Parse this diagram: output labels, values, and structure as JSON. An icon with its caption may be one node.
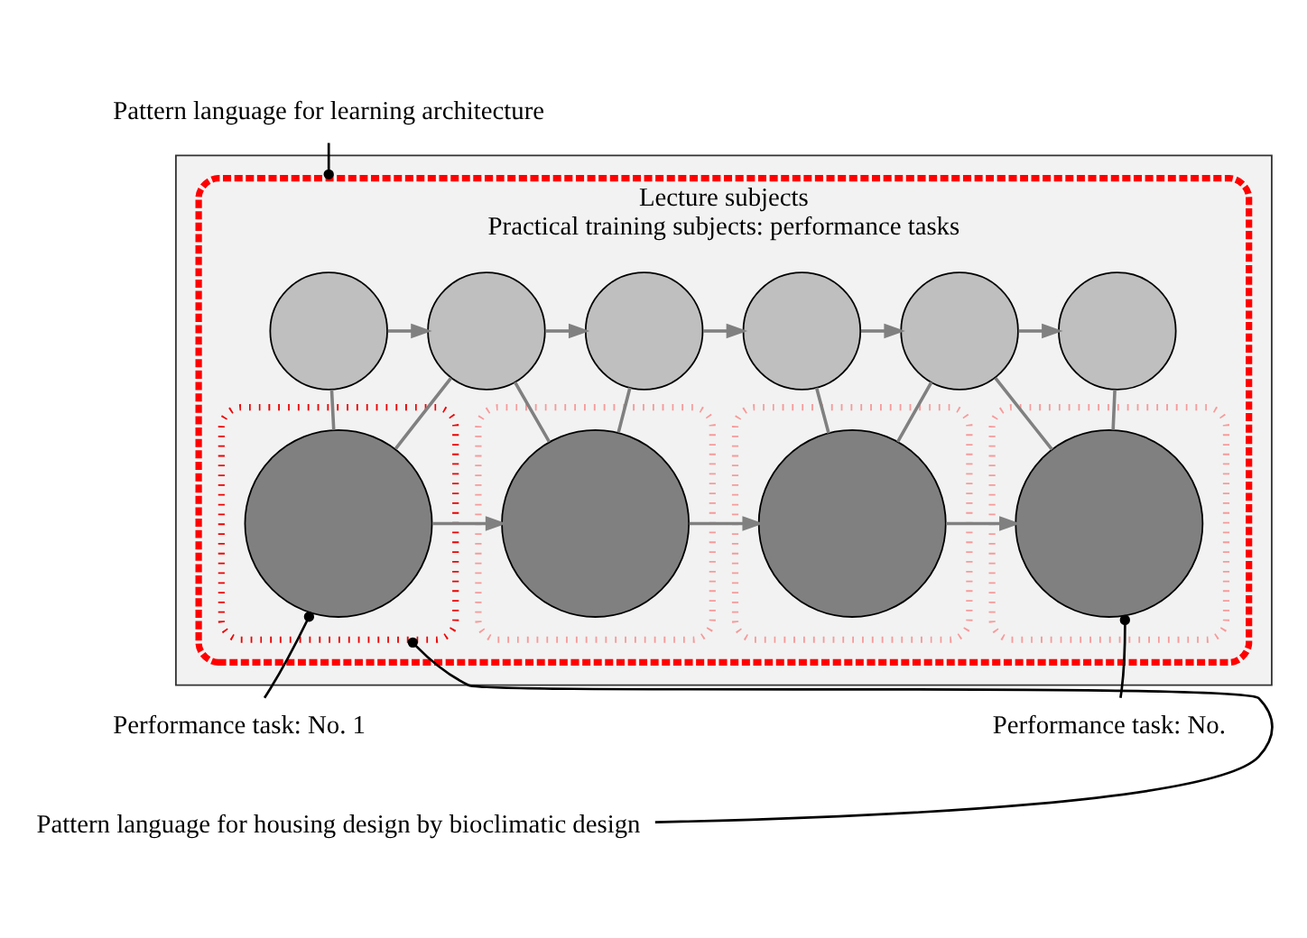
{
  "diagram": {
    "nodes": [
      {
        "text": [],
        "shape": "pentagon"
      },
      {
        "text": [
          "Lecture subjects",
          "Practical training subjects: performance tasks"
        ],
        "in": 0
      },
      {
        "text": [],
        "shape": "circle",
        "in": 1
      },
      {
        "text": [],
        "shape": "circle",
        "in": 1
      },
      {
        "text": [],
        "shape": "circle",
        "in": 1
      },
      {
        "text": [],
        "shape": "circle",
        "in": 1
      },
      {
        "text": [],
        "shape": "circle",
        "in": 1
      },
      {
        "text": [],
        "shape": "circle",
        "in": 1
      },
      {
        "text": [],
        "shape": "box",
        "in": 1
      },
      {
        "text": [],
        "shape": "circle",
        "in": 8
      },
      {
        "text": [],
        "shape": "box",
        "in": 1
      },
      {
        "text": [],
        "shape": "circle",
        "in": 10
      },
      {
        "text": [],
        "shape": "box",
        "in": 1
      },
      {
        "text": [],
        "shape": "circle",
        "in": 12
      },
      {
        "text": [],
        "shape": "box",
        "in": 1
      },
      {
        "text": [],
        "shape": "circle",
        "in": 14
      },
      {
        "text": [
          "Pattern language for learning architecture"
        ]
      },
      {
        "text": [
          "Performance task: No."
        ]
      },
      {
        "text": [
          "Performance task: No. 1"
        ]
      },
      {
        "text": [
          "Pattern language for housing design by bioclimatic design"
        ]
      }
    ],
    "edges": [
      {
        "from": 2,
        "to": 3,
        "arrow": "to"
      },
      {
        "from": 3,
        "to": 4,
        "arrow": "to"
      },
      {
        "from": 4,
        "to": 5,
        "arrow": "to"
      },
      {
        "from": 5,
        "to": 6,
        "arrow": "to"
      },
      {
        "from": 6,
        "to": 7,
        "arrow": "to"
      },
      {
        "from": 2,
        "to": 9,
        "arrow": "none"
      },
      {
        "from": 3,
        "to": 9,
        "arrow": "none"
      },
      {
        "from": 3,
        "to": 11,
        "arrow": "none"
      },
      {
        "from": 4,
        "to": 11,
        "arrow": "none"
      },
      {
        "from": 5,
        "to": 13,
        "arrow": "none"
      },
      {
        "from": 6,
        "to": 13,
        "arrow": "none"
      },
      {
        "from": 6,
        "to": 15,
        "arrow": "none"
      },
      {
        "from": 7,
        "to": 15,
        "arrow": "none"
      },
      {
        "from": 9,
        "to": 11,
        "arrow": "to"
      },
      {
        "from": 11,
        "to": 13,
        "arrow": "to"
      },
      {
        "from": 13,
        "to": 15,
        "arrow": "to"
      },
      {
        "from": 16,
        "to": 1,
        "arrow": "other",
        "color": "#000000"
      },
      {
        "from": 17,
        "to": 15,
        "arrow": "other",
        "color": "#000000"
      },
      {
        "from": 18,
        "to": 9,
        "arrow": "other",
        "color": "#000000"
      },
      {
        "from": 19,
        "to": 8,
        "arrow": "other",
        "color": "#000000"
      }
    ]
  }
}
